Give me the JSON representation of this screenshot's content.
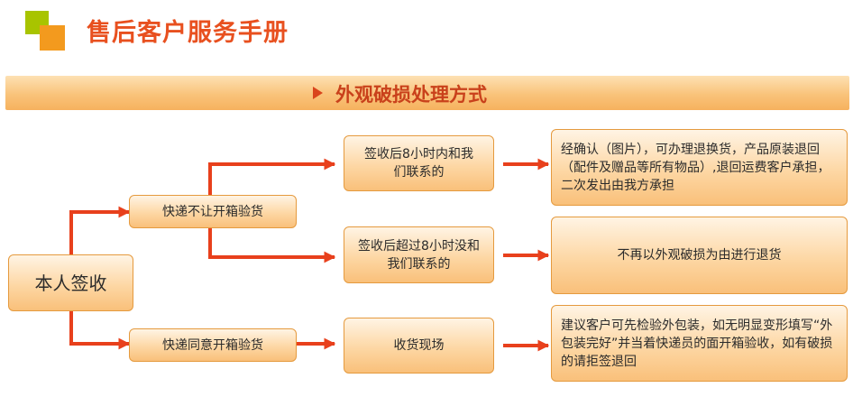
{
  "header": {
    "title": "售后客户服务手册",
    "brand_colors": {
      "title": "#e8501f",
      "green": "#a8c400",
      "orange": "#f39a1e"
    }
  },
  "banner": {
    "title": "外观破损处理方式",
    "arrow_icon": "triangle-right-icon"
  },
  "flow": {
    "start": "本人签收",
    "branches": [
      {
        "condition": "快递不让开箱验货",
        "cases": [
          {
            "situation": "签收后8小时内和我们联系的",
            "result": "经确认（图片），可办理退换货，产品原装退回（配件及赠品等所有物品）,退回运费客户承担，二次发出由我方承担"
          },
          {
            "situation": "签收后超过8小时没和我们联系的",
            "result": "不再以外观破损为由进行退货"
          }
        ]
      },
      {
        "condition": "快递同意开箱验货",
        "cases": [
          {
            "situation": "收货现场",
            "result": "建议客户可先检验外包装，如无明显变形填写“外包装完好”并当着快递员的面开箱验收，如有破损的请拒签退回"
          }
        ]
      }
    ],
    "arrow_color": "#e8401c"
  }
}
